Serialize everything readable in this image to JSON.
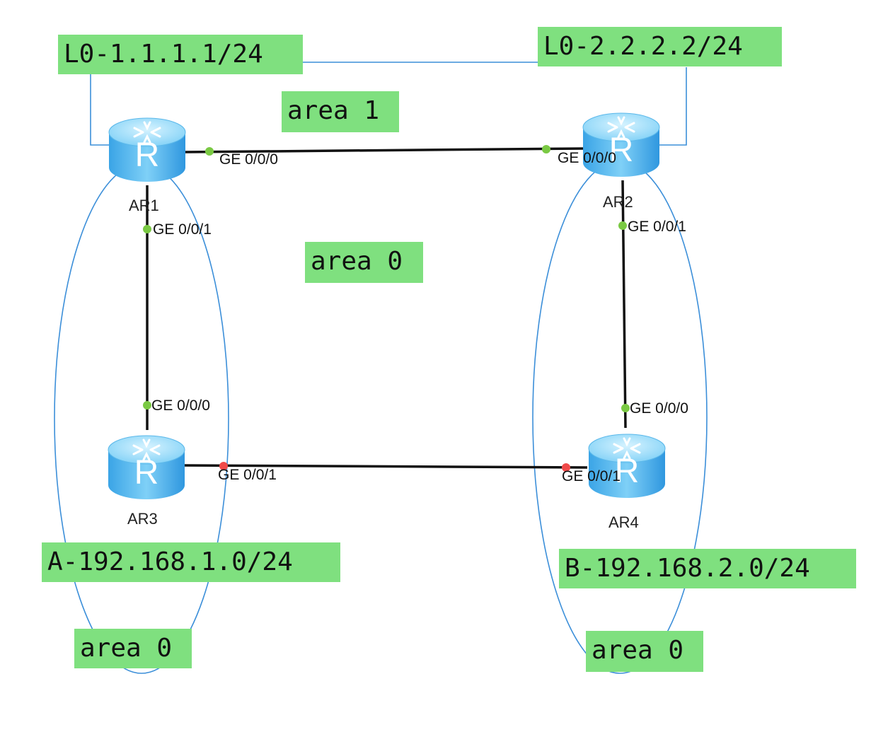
{
  "routers": [
    {
      "id": "AR1",
      "label": "AR1",
      "icon": "router-icon"
    },
    {
      "id": "AR2",
      "label": "AR2",
      "icon": "router-icon"
    },
    {
      "id": "AR3",
      "label": "AR3",
      "icon": "router-icon"
    },
    {
      "id": "AR4",
      "label": "AR4",
      "icon": "router-icon"
    }
  ],
  "links": [
    {
      "from": "AR1",
      "from_port": "GE 0/0/0",
      "to": "AR2",
      "to_port": "GE 0/0/0",
      "status_color": "#7ac943"
    },
    {
      "from": "AR1",
      "from_port": "GE 0/0/1",
      "to": "AR3",
      "to_port": "GE 0/0/0",
      "status_color": "#7ac943"
    },
    {
      "from": "AR2",
      "from_port": "GE 0/0/1",
      "to": "AR4",
      "to_port": "GE 0/0/0",
      "status_color": "#7ac943"
    },
    {
      "from": "AR3",
      "from_port": "GE 0/0/1",
      "to": "AR4",
      "to_port": "GE 0/0/1",
      "status_color": "#f04a4a"
    }
  ],
  "tags": {
    "loopback_ar1": "L0-1.1.1.1/24",
    "loopback_ar2": "L0-2.2.2.2/24",
    "area_top": "area 1",
    "area_center": "area 0",
    "network_a": "A-192.168.1.0/24",
    "network_b": "B-192.168.2.0/24",
    "area_left": "area 0",
    "area_right": "area 0"
  },
  "colors": {
    "tag_fill": "#7fe07f",
    "area_line": "#3c8fd9",
    "link_line": "#111111",
    "port_up": "#7ac943",
    "port_down": "#f04a4a"
  }
}
